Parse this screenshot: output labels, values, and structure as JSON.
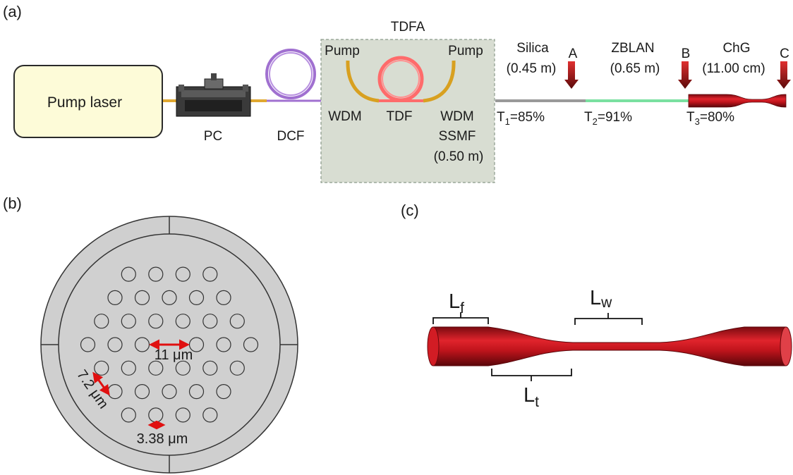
{
  "panel_labels": {
    "a": "(a)",
    "b": "(b)",
    "c": "(c)"
  },
  "setup": {
    "pump_laser": "Pump laser",
    "pc": "PC",
    "dcf": "DCF",
    "tdfa": "TDFA",
    "pump_left": "Pump",
    "pump_right": "Pump",
    "wdm_left": "WDM",
    "tdf": "TDF",
    "wdm_right": "WDM",
    "ssmf": "SSMF",
    "ssmf_len": "(0.50 m)",
    "silica": "Silica",
    "silica_len": "(0.45 m)",
    "zblan": "ZBLAN",
    "zblan_len": "(0.65 m)",
    "chg": "ChG",
    "chg_len": "(11.00 cm)",
    "point_a": "A",
    "point_b": "B",
    "point_c": "C",
    "t1_main": "T",
    "t1_sub": "1",
    "t1_val": "=85%",
    "t2_main": "T",
    "t2_sub": "2",
    "t2_val": "=91%",
    "t3_main": "T",
    "t3_sub": "3",
    "t3_val": "=80%"
  },
  "cross_section": {
    "pitch": "11 μm",
    "core": "7.2 μm",
    "hole": "3.38 μm"
  },
  "taper": {
    "lf_main": "L",
    "lf_sub": "f",
    "lw_main": "L",
    "lw_sub": "w",
    "lt_main": "L",
    "lt_sub": "t"
  },
  "colors": {
    "fiber_red": "#c0141c",
    "arrow_red": "#c0141c",
    "dimension_red": "#e01010",
    "tdfa_box": "#d8ddd2",
    "laser_box": "#fdfbd8"
  }
}
